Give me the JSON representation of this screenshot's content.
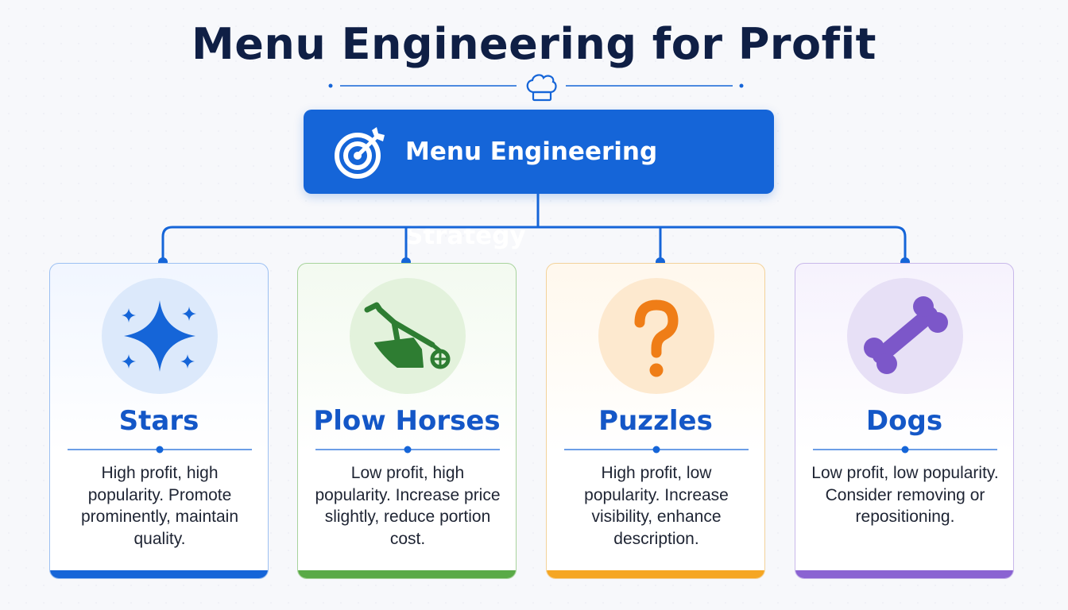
{
  "title": "Menu Engineering for Profit",
  "banner": {
    "label": "Menu Engineering Strategy",
    "icon": "target-icon",
    "color": "#1565d8"
  },
  "divider_icon": "chef-hat-icon",
  "categories": [
    {
      "name": "Stars",
      "description": "High profit, high popularity. Promote prominently, maintain quality.",
      "icon": "sparkle-stars-icon",
      "accent": "#1565d8"
    },
    {
      "name": "Plow Horses",
      "description": "Low profit, high popularity. Increase price slightly, reduce portion cost.",
      "icon": "plow-icon",
      "accent": "#5aaa47"
    },
    {
      "name": "Puzzles",
      "description": "High profit, low popularity. Increase visibility, enhance description.",
      "icon": "question-mark-icon",
      "accent": "#f5a623"
    },
    {
      "name": "Dogs",
      "description": "Low profit, low popularity. Consider removing or repositioning.",
      "icon": "bone-icon",
      "accent": "#8a63d2"
    }
  ]
}
